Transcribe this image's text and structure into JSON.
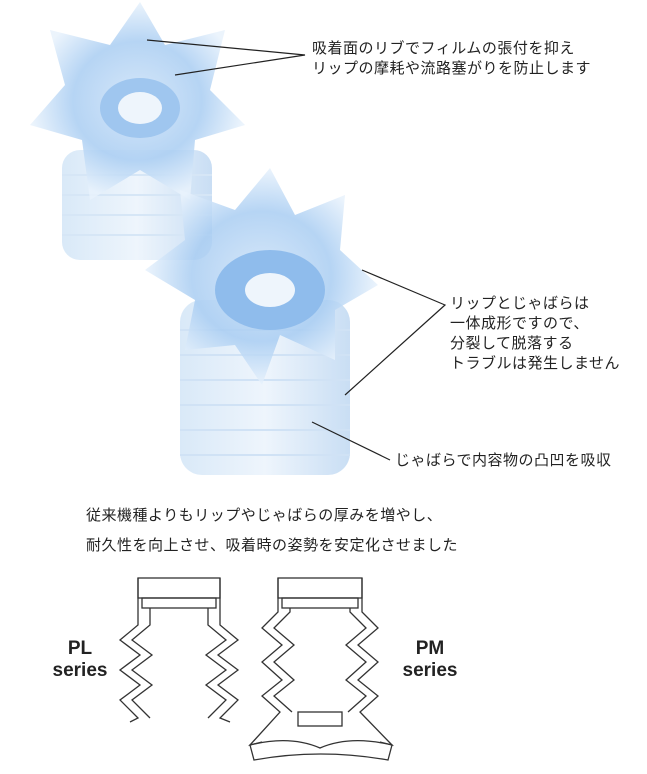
{
  "callouts": {
    "rib": [
      "吸着面のリブでフィルムの張付を抑え",
      "リップの摩耗や流路塞がりを防止します"
    ],
    "integral": [
      "リップとじゃばらは",
      "一体成形ですので、",
      "分裂して脱落する",
      "トラブルは発生しません"
    ],
    "bellows": "じゃばらで内容物の凸凹を吸収"
  },
  "description": [
    "従来機種よりもリップやじゃばらの厚みを増やし、",
    "耐久性を向上させ、吸着時の姿勢を安定化させました"
  ],
  "diagrams": {
    "pl": {
      "line1": "PL",
      "line2": "series"
    },
    "pm": {
      "line1": "PM",
      "line2": "series"
    }
  },
  "colors": {
    "cup_blue": "#a9cdf2",
    "cup_light": "#e4f0fb",
    "line": "#222222"
  }
}
